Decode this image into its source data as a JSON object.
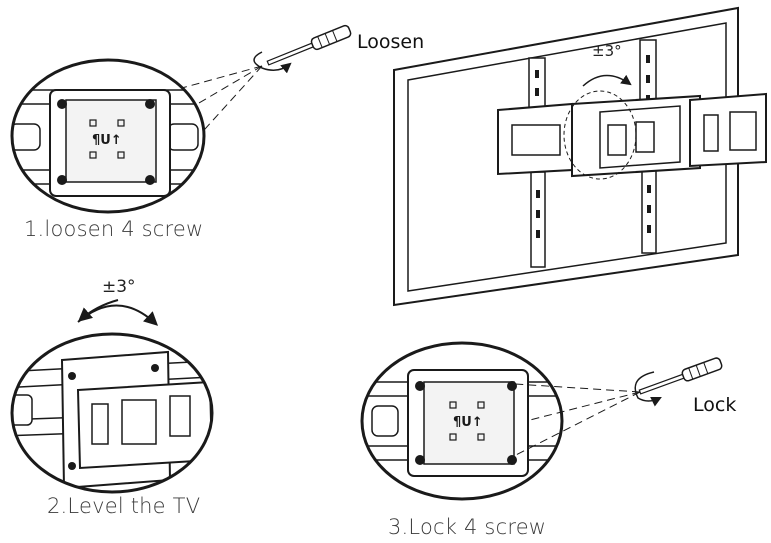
{
  "labels": {
    "step1": "1.loosen 4 screw",
    "step2": "2.Level the TV",
    "step3": "3.Lock 4 screw",
    "loosen": "Loosen",
    "lock": "Lock",
    "degree_main": "±3°",
    "degree_step2": "±3°"
  },
  "plate_mark": "¶U↑",
  "colors": {
    "line": "#1a1a1a",
    "plate_shadow": "#dcdcdc"
  },
  "icons": [
    "screwdriver-icon",
    "rotate-arrow-icon",
    "screw-icon"
  ]
}
